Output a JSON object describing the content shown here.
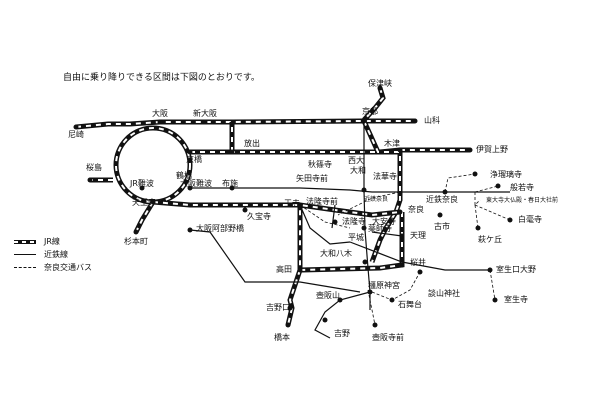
{
  "intro_text": "自由に乗り降りできる区間は下図のとおりです。",
  "legend": {
    "jr_line": "JR線",
    "kintetsu_line": "近鉄線",
    "nara_bus": "奈良交通バス"
  },
  "stations": {
    "amagasaki": "尼崎",
    "osaka": "大阪",
    "shin_osaka": "新大阪",
    "hozukyo": "保津峡",
    "kyoto": "京都",
    "yamashina": "山科",
    "sakurajima": "桜島",
    "kyobashi": "京橋",
    "hanaten": "放出",
    "kizu": "木津",
    "iga_ueno": "伊賀上野",
    "jr_namba": "JR難波",
    "tsuruhashi": "鶴橋",
    "tennoji": "天王寺",
    "osaka_namba": "大阪難波",
    "fuse": "布施",
    "kyuhoji": "久宝寺",
    "suminoe": "杉本町",
    "osaka_abenobashi": "大阪阿部野橋",
    "saidaiji": "西大",
    "yamato": "大和",
    "akishino": "秋篠寺",
    "yakushiji_mae": "矢田寺前",
    "hokkeji": "法華寺",
    "kintetsu_nara_area": "近鉄奈良",
    "joruriji": "浄瑠璃寺",
    "hannyaji": "般若寺",
    "todaiji": "東大寺大仏殿・春日大社前",
    "byakugoji": "白毫寺",
    "nara": "奈良",
    "kintetsu_nara": "近鉄奈良",
    "furuichi": "古市",
    "hagigaoka": "萩ケ丘",
    "oji": "王寺",
    "horyuji_mae": "法隆寺前",
    "horyuji": "法隆寺",
    "yakushiji": "薬師寺",
    "heijo": "平城",
    "taiaiji": "大安寺",
    "tenri": "天理",
    "yamato_yagi": "大和八木",
    "takada": "高田",
    "sakurai": "桜井",
    "murou_ono": "室生口大野",
    "kashihara_jingu": "橿原神宮",
    "tsubosakayama": "壺阪山",
    "ishibutai": "石舞台",
    "dansan_jinja": "談山神社",
    "murouji": "室生寺",
    "yoshinoguchi": "吉野口",
    "hashimoto": "橋本",
    "yoshino": "吉野",
    "tsubosakadera_mae": "壺阪寺前"
  }
}
